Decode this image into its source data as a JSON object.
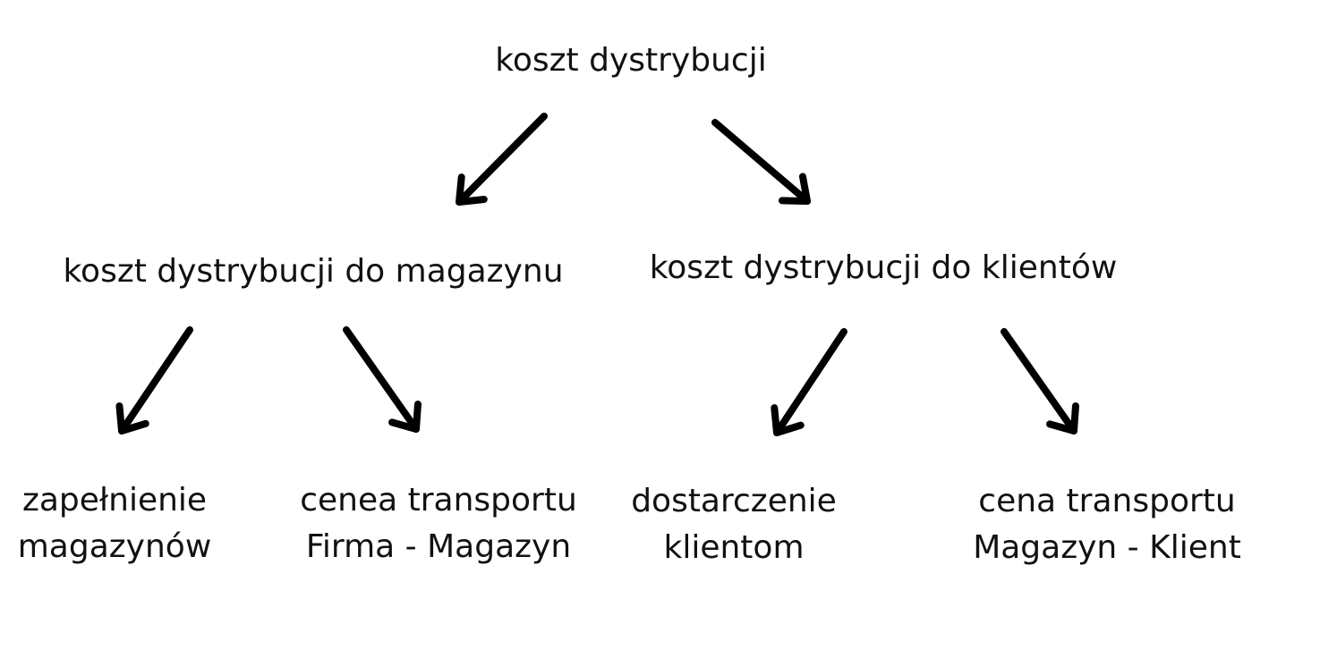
{
  "nodes": {
    "root": {
      "text": "koszt dystrybucji"
    },
    "warehouse": {
      "text": "koszt dystrybucji do magazynu"
    },
    "clients": {
      "text": "koszt dystrybucji do klientów"
    },
    "fill": {
      "line1": "zapełnienie",
      "line2": "magazynów"
    },
    "transport_fm": {
      "line1": "cenea transportu",
      "line2": "Firma - Magazyn"
    },
    "delivery": {
      "line1": "dostarczenie",
      "line2": "klientom"
    },
    "transport_mk": {
      "line1": "cena transportu",
      "line2": "Magazyn - Klient"
    }
  },
  "edges": [
    {
      "from": "root",
      "to": "warehouse"
    },
    {
      "from": "root",
      "to": "clients"
    },
    {
      "from": "warehouse",
      "to": "fill"
    },
    {
      "from": "warehouse",
      "to": "transport_fm"
    },
    {
      "from": "clients",
      "to": "delivery"
    },
    {
      "from": "clients",
      "to": "transport_mk"
    }
  ],
  "colors": {
    "background": "#ffffff",
    "text": "#111111",
    "arrow": "#000000"
  }
}
